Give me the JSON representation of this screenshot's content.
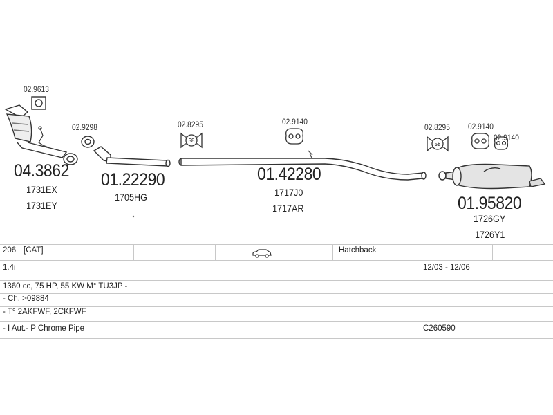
{
  "parts": {
    "clamp_1": "02.9613",
    "clamp_2": "02.9298",
    "clamp_3": "02.8295",
    "clamp_4": "02.9140",
    "clamp_5": "02.8295",
    "clamp_6": "02.9140",
    "clamp_7": "02.9140",
    "catalyst_no": "04.3862",
    "catalyst_ref1": "1731EX",
    "catalyst_ref2": "1731EY",
    "front_pipe_no": "01.22290",
    "front_pipe_ref": "1705HG",
    "mid_pipe_no": "01.42280",
    "mid_pipe_ref1": "1717J0",
    "mid_pipe_ref2": "1717AR",
    "rear_silencer_no": "01.95820",
    "rear_silencer_ref1": "1726GY",
    "rear_silencer_ref2": "1726Y1",
    "badge_58_a": "58",
    "badge_58_b": "58"
  },
  "vehicle": {
    "model": "206",
    "catalyst_tag": "[CAT]",
    "body": "Hatchback",
    "engine": "1.4i",
    "years": "12/03 - 12/06",
    "spec": "1360 cc, 75 HP, 55 KW M° TU3JP -",
    "chassis": "- Ch. >09884",
    "type_codes": "- T° 2AKFWF, 2CKFWF",
    "options": "- I Aut.- P Chrome Pipe",
    "code": "C260590"
  }
}
